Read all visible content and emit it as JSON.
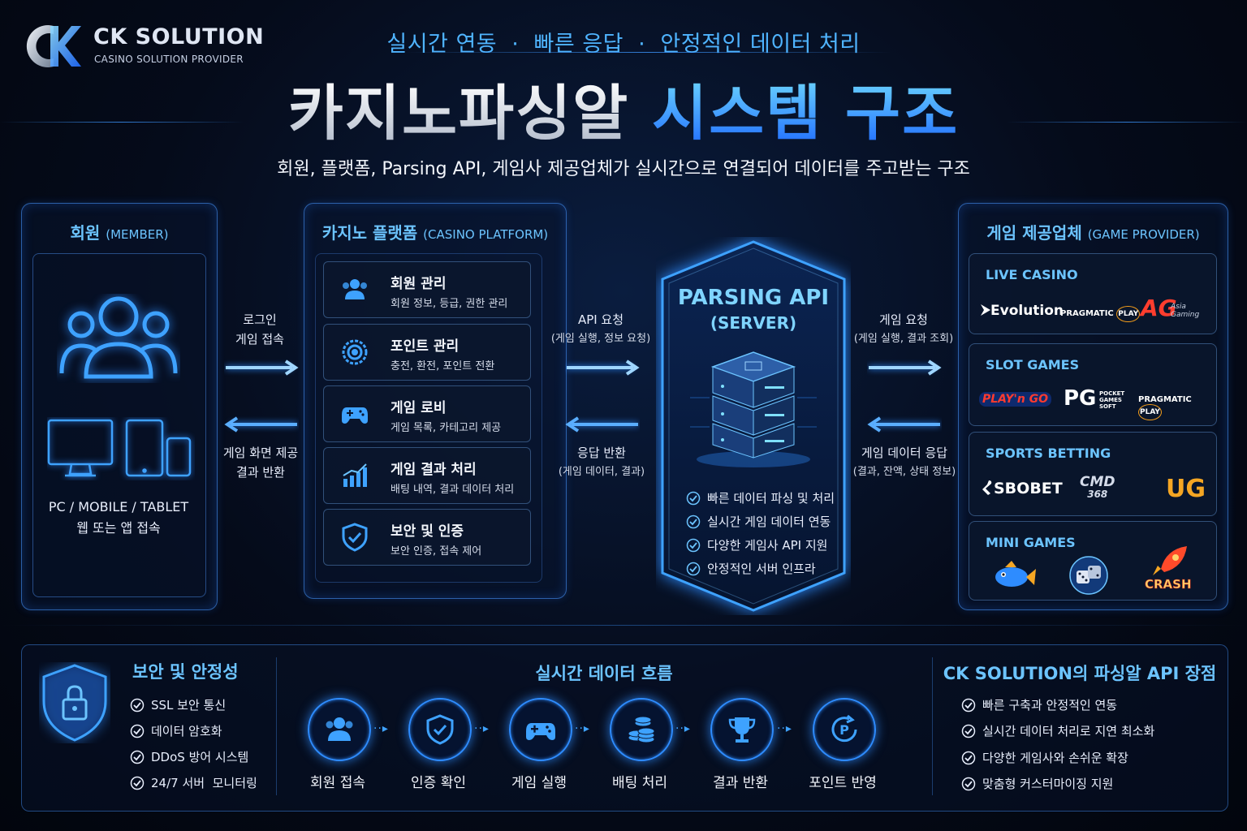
{
  "brand": {
    "name": "CK SOLUTION",
    "tagline": "CASINO SOLUTION PROVIDER"
  },
  "header": {
    "tagline": "실시간 연동  ·  빠른 응답  ·  안정적인 데이터 처리",
    "title_white": "카지노파싱알",
    "title_blue": "시스템 구조",
    "subtitle": "회원, 플랫폼, Parsing API, 게임사 제공업체가 실시간으로 연결되어 데이터를 주고받는 구조"
  },
  "member": {
    "title": "회원",
    "title_en": "(MEMBER)",
    "devices_line1": "PC / MOBILE / TABLET",
    "devices_line2": "웹 또는 앱 접속"
  },
  "arrows_left": {
    "top_line1": "로그인",
    "top_line2": "게임 접속",
    "bottom_line1": "게임 화면 제공",
    "bottom_line2": "결과 반환"
  },
  "platform": {
    "title": "카지노 플랫폼",
    "title_en": "(CASINO PLATFORM)",
    "items": [
      {
        "title": "회원 관리",
        "desc": "회원 정보, 등급, 권한 관리",
        "icon": "users-icon"
      },
      {
        "title": "포인트 관리",
        "desc": "충전, 환전, 포인트 전환",
        "icon": "coin-icon"
      },
      {
        "title": "게임 로비",
        "desc": "게임 목록, 카테고리 제공",
        "icon": "gamepad-icon"
      },
      {
        "title": "게임 결과 처리",
        "desc": "배팅 내역, 결과 데이터 처리",
        "icon": "chart-icon"
      },
      {
        "title": "보안 및 인증",
        "desc": "보안 인증, 접속 제어",
        "icon": "shield-check-icon"
      }
    ]
  },
  "arrows_mid": {
    "top_line1": "API 요청",
    "top_line2": "(게임 실행, 정보 요청)",
    "bottom_line1": "응답 반환",
    "bottom_line2": "(게임 데이터, 결과)"
  },
  "server": {
    "title": "PARSING API",
    "subtitle": "(SERVER)",
    "features": [
      "빠른 데이터 파싱 및 처리",
      "실시간 게임 데이터 연동",
      "다양한 게임사 API 지원",
      "안정적인 서버 인프라"
    ]
  },
  "arrows_right": {
    "top_line1": "게임 요청",
    "top_line2": "(게임 실행, 결과 조회)",
    "bottom_line1": "게임 데이터 응답",
    "bottom_line2": "(결과, 잔액, 상태 정보)"
  },
  "provider": {
    "title": "게임 제공업체",
    "title_en": "(GAME PROVIDER)",
    "categories": [
      {
        "name": "LIVE CASINO",
        "logos": [
          "Evolution",
          "PRAGMATIC",
          "PLAY",
          "AG",
          "Asia",
          "Gaming"
        ]
      },
      {
        "name": "SLOT GAMES",
        "logos": [
          "PLAY'n GO",
          "PG",
          "POCKET",
          "GAMES",
          "SOFT",
          "PRAGMATIC",
          "PLAY"
        ]
      },
      {
        "name": "SPORTS BETTING",
        "logos": [
          "SBOBET",
          "CMD",
          "368",
          "UG"
        ]
      },
      {
        "name": "MINI GAMES",
        "logos": [
          "CRASH"
        ]
      }
    ]
  },
  "security": {
    "title": "보안 및 안정성",
    "items": [
      "SSL 보안 통신",
      "데이터 암호화",
      "DDoS 방어 시스템",
      "24/7 서버  모니터링"
    ]
  },
  "flow": {
    "title": "실시간 데이터 흐름",
    "steps": [
      "회원 접속",
      "인증 확인",
      "게임 실행",
      "배팅 처리",
      "결과 반환",
      "포인트 반영"
    ]
  },
  "advantages": {
    "title": "CK SOLUTION의 파싱알 API 장점",
    "items": [
      "빠른 구축과 안정적인 연동",
      "실시간 데이터 처리로 지연 최소화",
      "다양한 게임사와 손쉬운 확장",
      "맞춤형 커스터마이징 지원"
    ]
  },
  "colors": {
    "accent": "#2e8cff",
    "accent_light": "#6cc4ff",
    "bg": "#050b1a"
  }
}
